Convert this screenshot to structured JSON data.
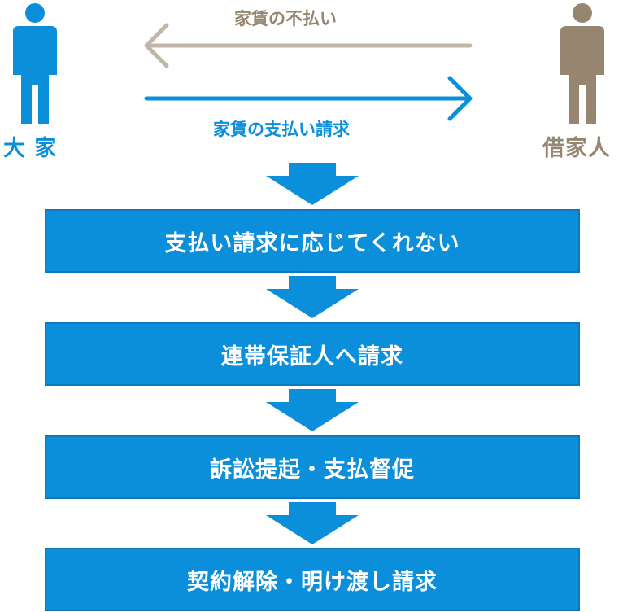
{
  "landlord": {
    "label": "大 家",
    "icon": "person-icon",
    "color": "#0b8fdb"
  },
  "tenant": {
    "label": "借家人",
    "icon": "person-icon",
    "color": "#968670"
  },
  "arrows": {
    "non_payment_label": "家賃の不払い",
    "payment_request_label": "家賃の支払い請求",
    "non_payment_color": "#c1b6a7",
    "payment_request_color": "#0b8fdb"
  },
  "flow": {
    "steps": [
      "支払い請求に応じてくれない",
      "連帯保証人へ請求",
      "訴訟提起・支払督促",
      "契約解除・明け渡し請求"
    ],
    "box_color": "#0b8fdb",
    "arrow_color": "#0b8fdb"
  }
}
